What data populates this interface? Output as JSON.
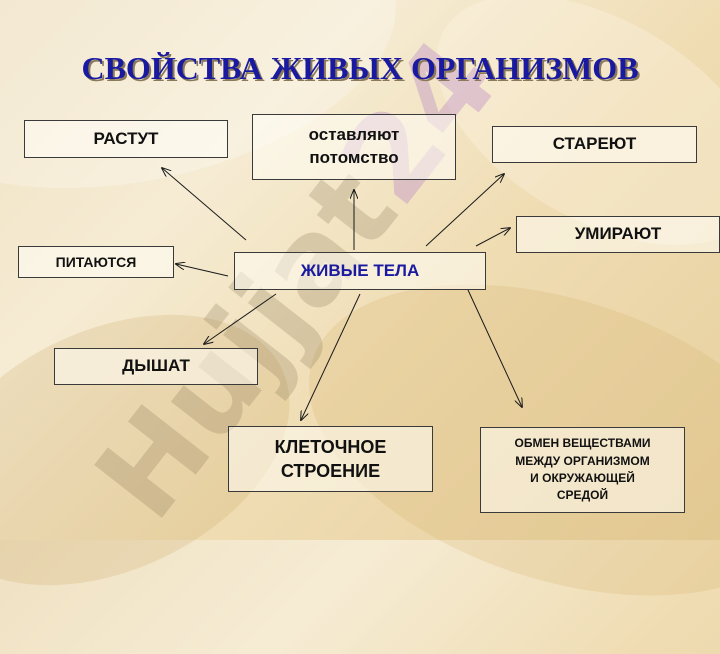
{
  "title": "СВОЙСТВА ЖИВЫХ ОРГАНИЗМОВ",
  "watermark": {
    "main": "Hujjat",
    "accent": "24"
  },
  "center": "ЖИВЫЕ ТЕЛА",
  "nodes": {
    "rastut": "РАСТУТ",
    "potomstvo_line1": "оставляют",
    "potomstvo_line2": "потомство",
    "stareyut": "СТАРЕЮТ",
    "umirayut": "УМИРАЮТ",
    "pitayutsya": "ПИТАЮТСЯ",
    "dyshat": "ДЫШАТ",
    "kletochnoe_line1": "КЛЕТОЧНОЕ",
    "kletochnoe_line2": "СТРОЕНИЕ",
    "obmen_line1": "ОБМЕН ВЕЩЕСТВАМИ",
    "obmen_line2": "МЕЖДУ ОРГАНИЗМОМ",
    "obmen_line3": "И ОКРУЖАЮЩЕЙ",
    "obmen_line4": "СРЕДОЙ"
  },
  "colors": {
    "title": "#1a1aa0",
    "center_text": "#1a1aa0",
    "arrow": "#1a1a1a"
  }
}
